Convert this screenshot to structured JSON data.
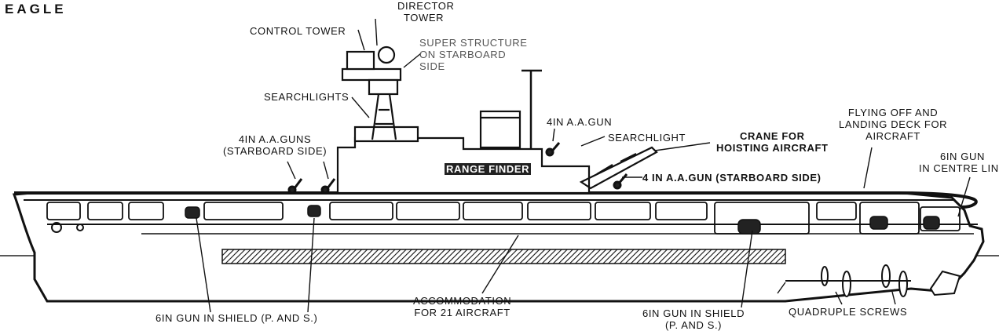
{
  "title": "EAGLE",
  "labels": {
    "director_tower": [
      "DIRECTOR",
      "TOWER"
    ],
    "control_tower": "CONTROL TOWER",
    "superstructure": [
      "SUPER STRUCTURE",
      "ON STARBOARD",
      "SIDE"
    ],
    "searchlights": "SEARCHLIGHTS",
    "aa_guns_4in": [
      "4IN A.A.GUNS",
      "(STARBOARD SIDE)"
    ],
    "aa_gun_4in": "4IN A.A.GUN",
    "searchlight": "SEARCHLIGHT",
    "crane": [
      "CRANE FOR",
      "HOISTING AIRCRAFT"
    ],
    "flying_deck": [
      "FLYING OFF AND",
      "LANDING DECK FOR",
      "AIRCRAFT"
    ],
    "gun_6in_centre": [
      "6IN GUN",
      "IN CENTRE LINE"
    ],
    "range_finder": "RANGE FINDER",
    "aa_gun_starboard": "4 IN A.A.GUN (STARBOARD SIDE)",
    "gun_6in_shield_left": "6IN GUN IN SHIELD (P. AND S.)",
    "accommodation": [
      "ACCOMMODATION",
      "FOR 21 AIRCRAFT"
    ],
    "gun_6in_shield_right": [
      "6IN GUN IN SHIELD",
      "(P. AND S.)"
    ],
    "quadruple_screws": "QUADRUPLE SCREWS"
  }
}
